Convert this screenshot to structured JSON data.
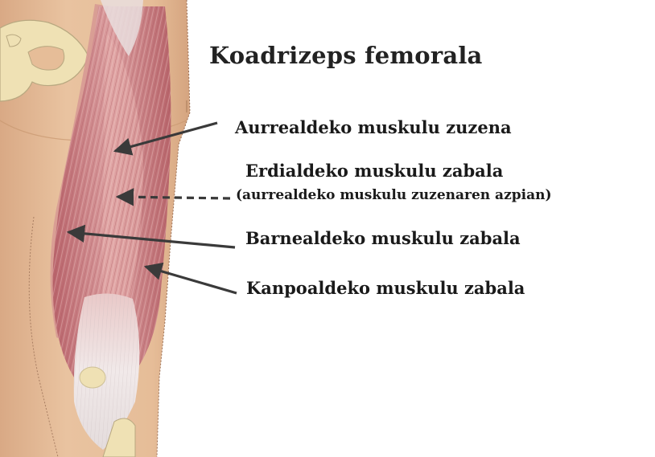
{
  "title": "Koadrizeps femorala",
  "labels": {
    "rectus_femoris": "Aurrealdeko muskulu zuzena",
    "vastus_intermedius": "Erdialdeko muskulu zabala",
    "vastus_intermedius_note": "(aurrealdeko muskulu zuzenaren azpian)",
    "vastus_medialis": "Barnealdeko muskulu zabala",
    "vastus_lateralis": "Kanpoaldeko muskulu zabala"
  },
  "colors": {
    "skin": "#e6bd98",
    "skin_shadow": "#cf9f7a",
    "muscle": "#c9777c",
    "muscle_light": "#e8b7b4",
    "tendon": "#ece6e6",
    "bone": "#efe1b4",
    "bone_outline": "#b8a880",
    "arrow": "#3a3a3a"
  }
}
